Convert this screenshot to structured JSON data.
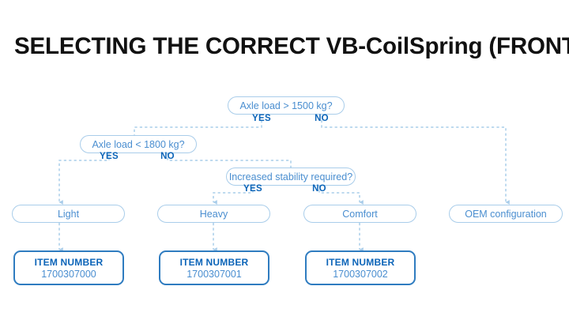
{
  "page": {
    "title": "SELECTING THE CORRECT VB-CoilSpring (FRONT AXLE)",
    "background_color": "#ffffff",
    "title_color": "#111111",
    "line_color": "#a9cdea",
    "box_border_color": "#a9cdea",
    "box_text_color": "#4a8ed0",
    "label_color": "#0b64b8",
    "item_border_color": "#2f7cc0"
  },
  "flowchart": {
    "type": "decision-tree",
    "decisions": [
      {
        "id": "d1",
        "question": "Axle load > 1500 kg?",
        "yes_label": "YES",
        "no_label": "NO",
        "yes_target": "d2",
        "no_target": "r4"
      },
      {
        "id": "d2",
        "question": "Axle load < 1800 kg?",
        "yes_label": "YES",
        "no_label": "NO",
        "yes_target": "r1",
        "no_target": "d3"
      },
      {
        "id": "d3",
        "question": "Increased stability required?",
        "yes_label": "YES",
        "no_label": "NO",
        "yes_target": "r2",
        "no_target": "r3"
      }
    ],
    "results": [
      {
        "id": "r1",
        "label": "Light",
        "item": "i1"
      },
      {
        "id": "r2",
        "label": "Heavy",
        "item": "i2"
      },
      {
        "id": "r3",
        "label": "Comfort",
        "item": "i3"
      },
      {
        "id": "r4",
        "label": "OEM configuration",
        "item": null
      }
    ],
    "items": [
      {
        "id": "i1",
        "title": "ITEM NUMBER",
        "number": "1700307000"
      },
      {
        "id": "i2",
        "title": "ITEM NUMBER",
        "number": "1700307001"
      },
      {
        "id": "i3",
        "title": "ITEM NUMBER",
        "number": "1700307002"
      }
    ]
  }
}
